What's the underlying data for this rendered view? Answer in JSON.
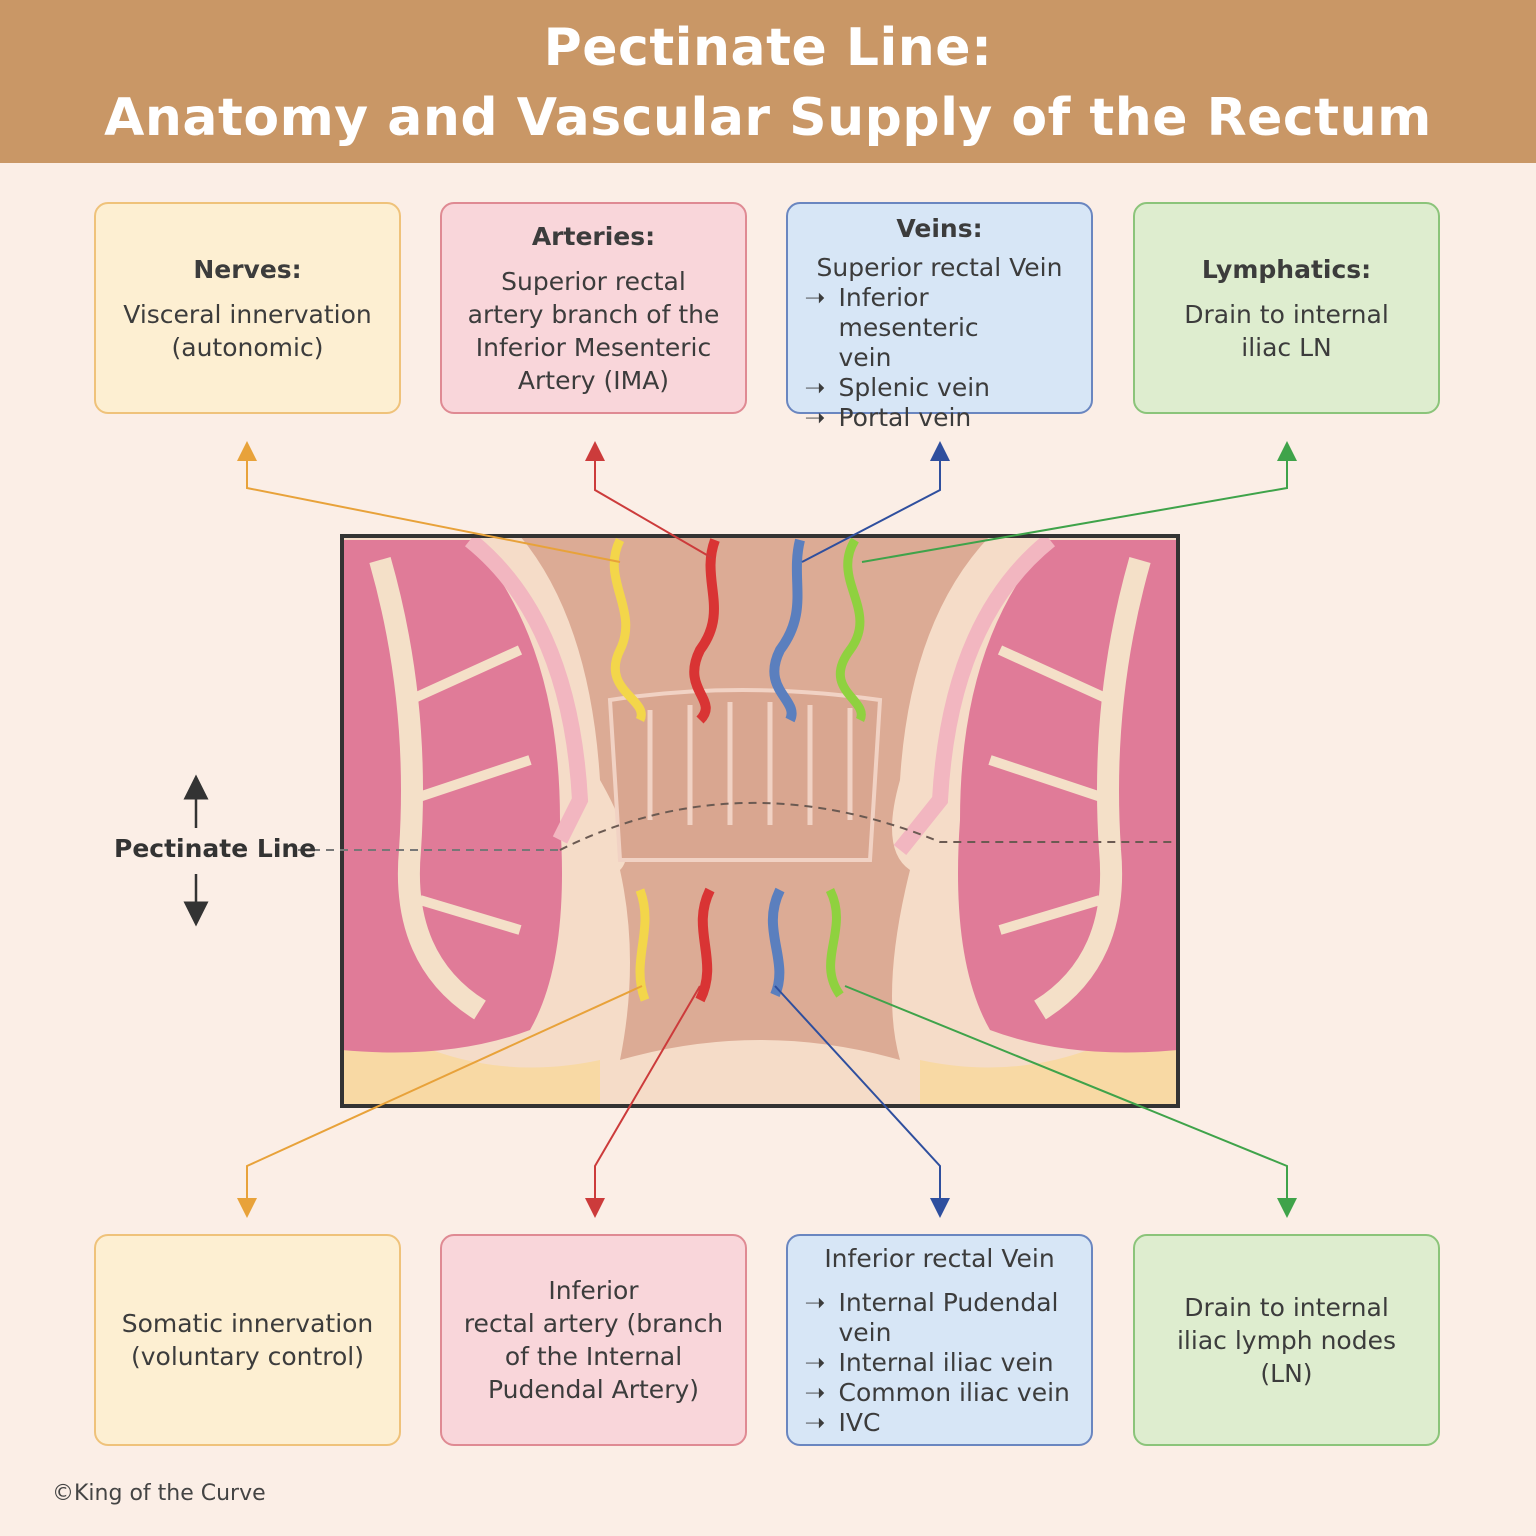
{
  "title": {
    "line1": "Pectinate Line:",
    "line2": "Anatomy and Vascular Supply of the Rectum"
  },
  "top_boxes": {
    "nerves": {
      "title": "Nerves:",
      "text1": "Visceral innervation",
      "text2": "(autonomic)"
    },
    "arteries": {
      "title": "Arteries:",
      "text1": "Superior rectal",
      "text2": "artery branch of the",
      "text3": "Inferior Mesenteric",
      "text4": "Artery (IMA)"
    },
    "veins": {
      "title": "Veins:",
      "head": "Superior rectal Vein",
      "items": [
        "Inferior mesenteric",
        "vein",
        "Splenic vein",
        "Portal vein"
      ]
    },
    "lymphatics": {
      "title": "Lymphatics:",
      "text1": "Drain to internal",
      "text2": "iliac LN"
    }
  },
  "bottom_boxes": {
    "nerves": {
      "text1": "Somatic innervation",
      "text2": "(voluntary control)"
    },
    "arteries": {
      "text1": "Inferior",
      "text2": "rectal artery (branch",
      "text3": "of the Internal",
      "text4": "Pudendal Artery)"
    },
    "veins": {
      "head": "Inferior rectal Vein",
      "items": [
        "Internal Pudendal",
        "vein",
        "Internal iliac vein",
        "Common iliac vein",
        "IVC"
      ]
    },
    "lymphatics": {
      "text1": "Drain to internal",
      "text2": "iliac lymph nodes (LN)"
    }
  },
  "arrow_glyph": "➝",
  "pectinate_label": "Pectinate Line",
  "credit": "©King of the Curve",
  "colors": {
    "header": "#c99766",
    "background": "#fbeee6",
    "nerve": "#e8a23a",
    "artery": "#cc3b3b",
    "vein": "#2f4f9e",
    "lymph": "#3fa34a",
    "muscle_pink": "#e07b98",
    "mucosa": "#e2b49d"
  }
}
